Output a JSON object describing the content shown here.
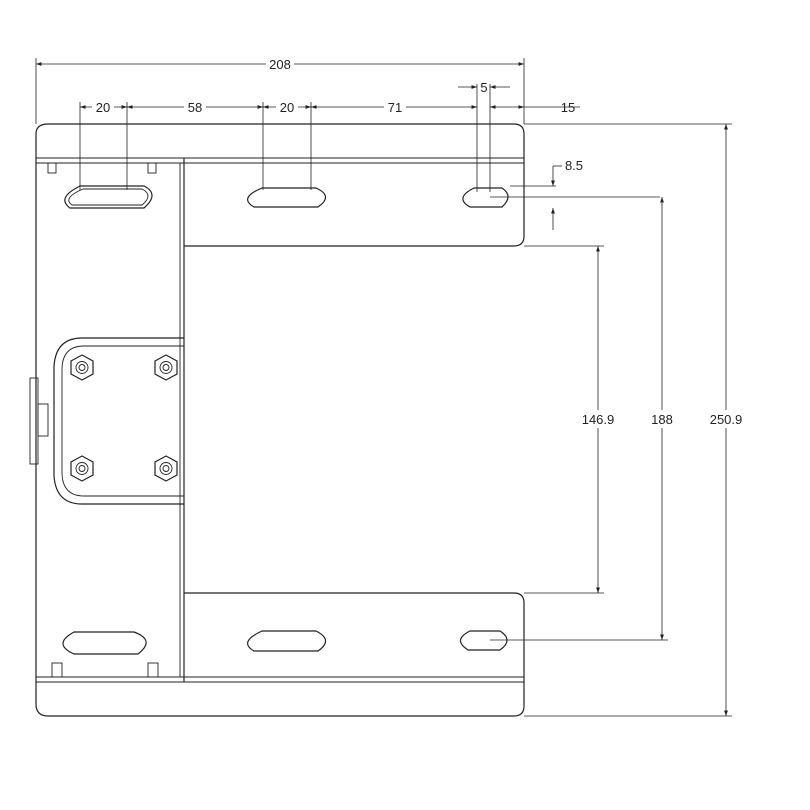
{
  "colors": {
    "line": "#222222",
    "background": "#ffffff"
  },
  "dimensions": {
    "overall_width": "208",
    "slot_length_left": "20",
    "slot_spacing": "58",
    "slot_length_middle": "20",
    "gap_to_right_slot": "71",
    "slot_width": "5",
    "edge_offset": "15",
    "slot_offset": "8.5",
    "inner_opening_height": "146.9",
    "slot_center_distance": "188",
    "overall_height": "250.9"
  },
  "features": {
    "slots_per_flange": 3,
    "flanges": 2,
    "hex_nuts": 4
  }
}
